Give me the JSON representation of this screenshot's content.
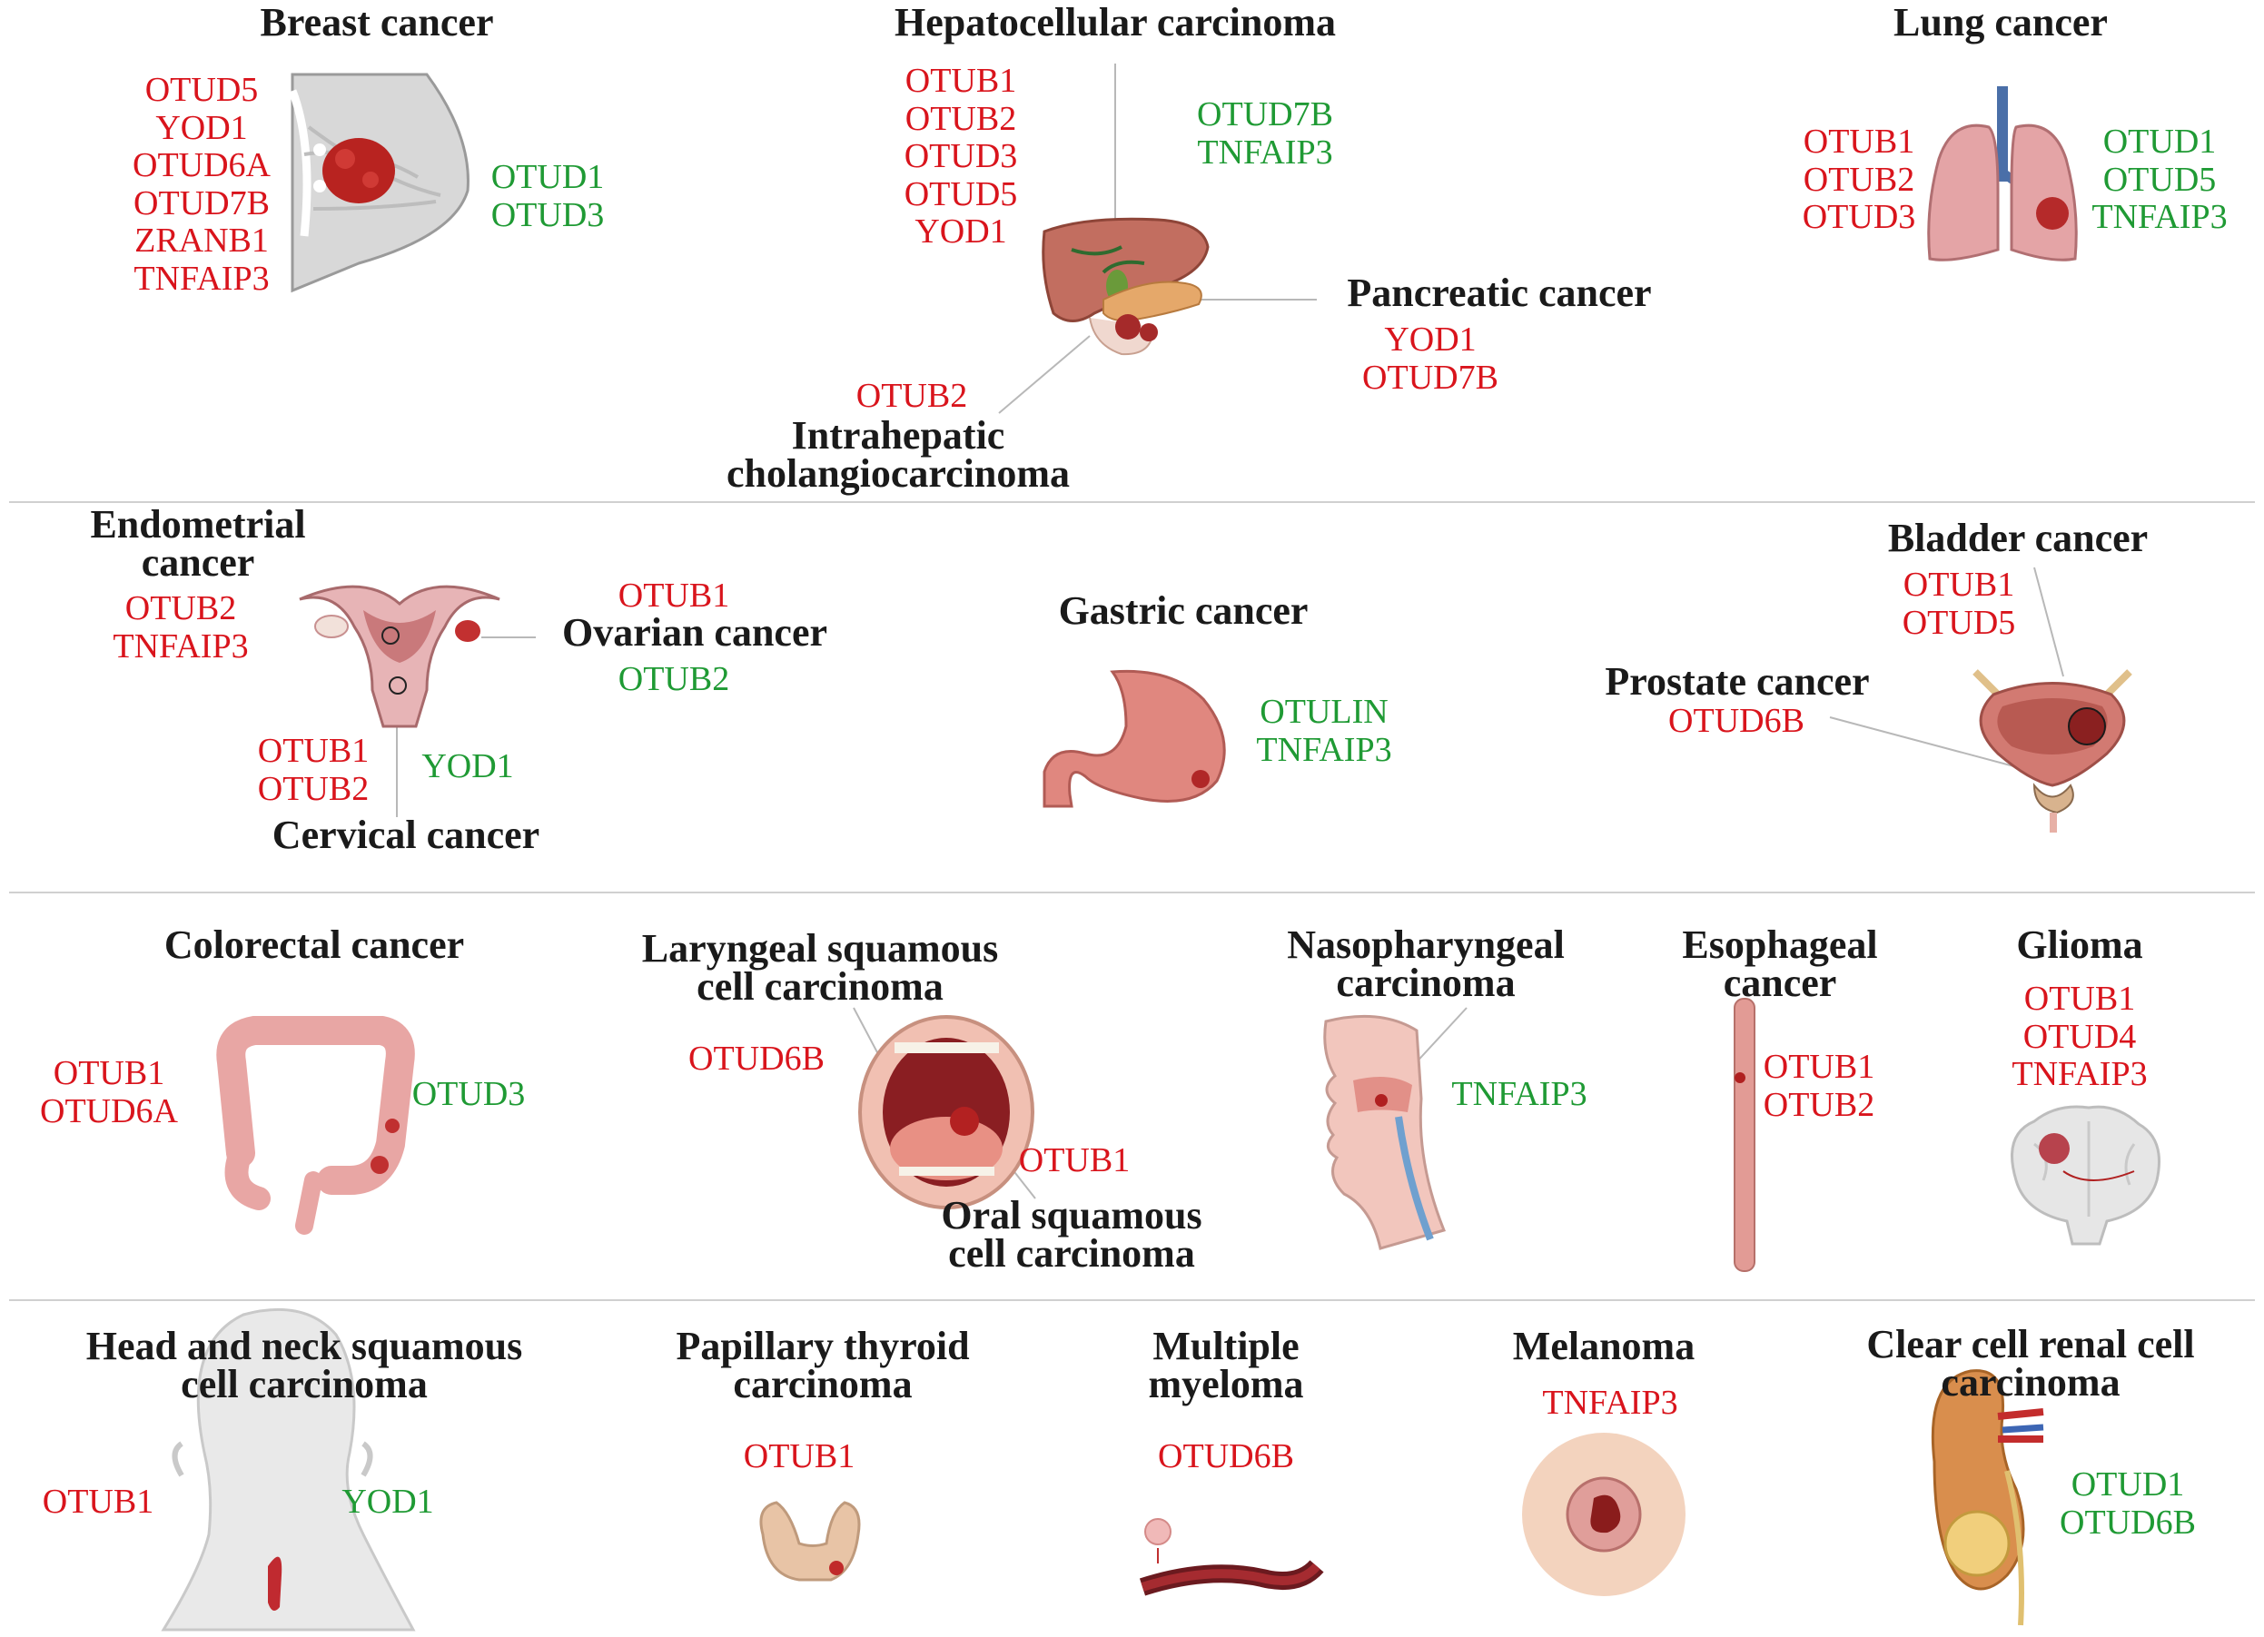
{
  "colors": {
    "red_genes": "#d9141c",
    "green_genes": "#1f9a34",
    "title_text": "#1a1a1a",
    "divider": "#d0d0d0"
  },
  "panels": {
    "breast": {
      "title": [
        "Breast cancer"
      ],
      "red": [
        "OTUD5",
        "YOD1",
        "OTUD6A",
        "OTUD7B",
        "ZRANB1",
        "TNFAIP3"
      ],
      "green": [
        "OTUD1",
        "OTUD3"
      ],
      "icon": "breast-illustration"
    },
    "hcc": {
      "title": [
        "Hepatocellular carcinoma"
      ],
      "red": [
        "OTUB1",
        "OTUB2",
        "OTUD3",
        "OTUD5",
        "YOD1"
      ],
      "green": [
        "OTUD7B",
        "TNFAIP3"
      ],
      "icon": "liver-pancreas-illustration"
    },
    "pancreatic": {
      "title": [
        "Pancreatic cancer"
      ],
      "red": [
        "YOD1",
        "OTUD7B"
      ]
    },
    "icc": {
      "title": [
        "Intrahepatic",
        "cholangiocarcinoma"
      ],
      "red": [
        "OTUB2"
      ]
    },
    "lung": {
      "title": [
        "Lung cancer"
      ],
      "red": [
        "OTUB1",
        "OTUB2",
        "OTUD3"
      ],
      "green": [
        "OTUD1",
        "OTUD5",
        "TNFAIP3"
      ],
      "icon": "lungs-illustration"
    },
    "endometrial": {
      "title": [
        "Endometrial",
        "cancer"
      ],
      "red": [
        "OTUB2",
        "TNFAIP3"
      ],
      "icon": "uterus-illustration"
    },
    "ovarian": {
      "title": [
        "Ovarian cancer"
      ],
      "red": [
        "OTUB1"
      ],
      "green": [
        "OTUB2"
      ]
    },
    "cervical": {
      "title": [
        "Cervical cancer"
      ],
      "red": [
        "OTUB1",
        "OTUB2"
      ],
      "green": [
        "YOD1"
      ]
    },
    "gastric": {
      "title": [
        "Gastric cancer"
      ],
      "green": [
        "OTULIN",
        "TNFAIP3"
      ],
      "icon": "stomach-illustration"
    },
    "bladder": {
      "title": [
        "Bladder cancer"
      ],
      "red": [
        "OTUB1",
        "OTUD5"
      ],
      "icon": "bladder-prostate-illustration"
    },
    "prostate": {
      "title": [
        "Prostate cancer"
      ],
      "red": [
        "OTUD6B"
      ]
    },
    "colorectal": {
      "title": [
        "Colorectal cancer"
      ],
      "red": [
        "OTUB1",
        "OTUD6A"
      ],
      "green": [
        "OTUD3"
      ],
      "icon": "colon-illustration"
    },
    "laryngeal": {
      "title": [
        "Laryngeal squamous",
        "cell carcinoma"
      ],
      "red": [
        "OTUD6B"
      ],
      "icon": "open-mouth-illustration"
    },
    "oral": {
      "title": [
        "Oral squamous",
        "cell carcinoma"
      ],
      "red": [
        "OTUB1"
      ]
    },
    "nasopharyngeal": {
      "title": [
        "Nasopharyngeal",
        "carcinoma"
      ],
      "green": [
        "TNFAIP3"
      ],
      "icon": "head-sagittal-illustration"
    },
    "esophageal": {
      "title": [
        "Esophageal",
        "cancer"
      ],
      "red": [
        "OTUB1",
        "OTUB2"
      ],
      "icon": "esophagus-illustration"
    },
    "glioma": {
      "title": [
        "Glioma"
      ],
      "red": [
        "OTUB1",
        "OTUD4",
        "TNFAIP3"
      ],
      "icon": "brain-illustration"
    },
    "hnscc": {
      "title": [
        "Head and neck squamous",
        "cell carcinoma"
      ],
      "red": [
        "OTUB1"
      ],
      "green": [
        "YOD1"
      ],
      "icon": "head-back-illustration"
    },
    "thyroid": {
      "title": [
        "Papillary thyroid",
        "carcinoma"
      ],
      "red": [
        "OTUB1"
      ],
      "icon": "thyroid-illustration"
    },
    "myeloma": {
      "title": [
        "Multiple",
        "myeloma"
      ],
      "red": [
        "OTUD6B"
      ],
      "icon": "blood-vessel-illustration"
    },
    "melanoma": {
      "title": [
        "Melanoma"
      ],
      "red": [
        "TNFAIP3"
      ],
      "icon": "skin-lesion-illustration"
    },
    "ccrcc": {
      "title": [
        "Clear cell renal cell",
        "carcinoma"
      ],
      "green": [
        "OTUD1",
        "OTUD6B"
      ],
      "icon": "kidney-illustration"
    }
  }
}
